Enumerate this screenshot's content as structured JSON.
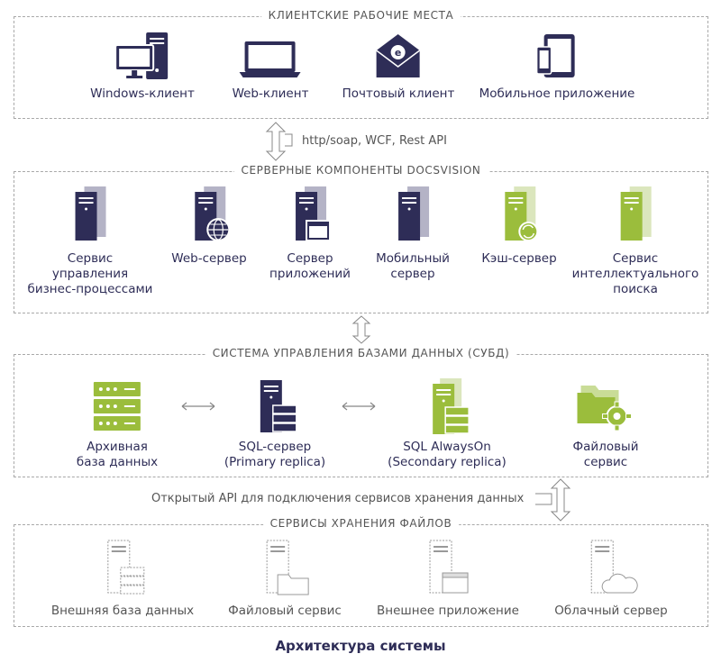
{
  "sections": {
    "clients": {
      "title": "КЛИЕНТСКИЕ РАБОЧИЕ МЕСТА",
      "items": [
        "Windows-клиент",
        "Web-клиент",
        "Почтовый клиент",
        "Мобильное приложение"
      ]
    },
    "server": {
      "title": "СЕРВЕРНЫЕ КОМПОНЕНТЫ DOCSVISION",
      "items": [
        [
          "Сервис",
          "управления",
          "бизнес-процессами"
        ],
        [
          "Web-сервер"
        ],
        [
          "Сервер",
          "приложений"
        ],
        [
          "Мобильный",
          "сервер"
        ],
        [
          "Кэш-сервер"
        ],
        [
          "Сервис",
          "интеллектуального",
          "поиска"
        ]
      ]
    },
    "dbms": {
      "title": "СИСТЕМА УПРАВЛЕНИЯ БАЗАМИ ДАННЫХ (СУБД)",
      "items": [
        [
          "Архивная",
          "база данных"
        ],
        [
          "SQL-сервер",
          "(Primary replica)"
        ],
        [
          "SQL AlwaysOn",
          "(Secondary replica)"
        ],
        [
          "Файловый",
          "сервис"
        ]
      ]
    },
    "storage": {
      "title": "СЕРВИСЫ ХРАНЕНИЯ ФАЙЛОВ",
      "items": [
        "Внешняя база данных",
        "Файловый сервис",
        "Внешнее приложение",
        "Облачный сервер"
      ]
    }
  },
  "connectors": {
    "protocols": "http/soap, WCF, Rest API",
    "open_api": "Открытый API для подключения сервисов хранения данных"
  },
  "caption": "Архитектура системы",
  "colors": {
    "navy": "#2e2d57",
    "green": "#9bbd3c",
    "gray": "#a8a8a8"
  }
}
